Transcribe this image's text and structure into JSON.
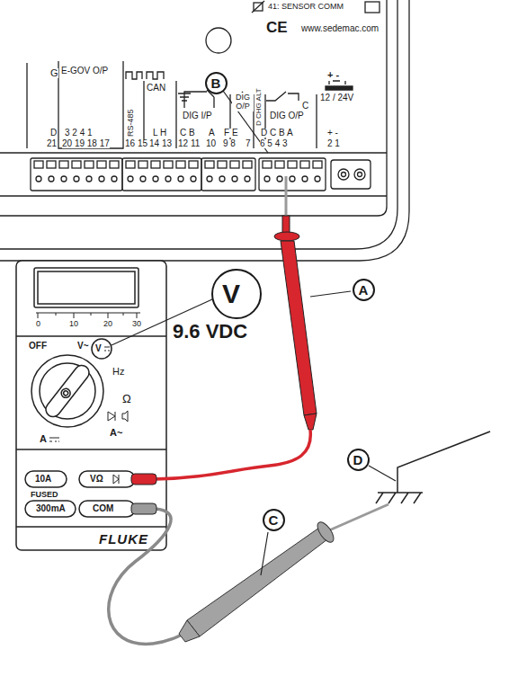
{
  "diagram": {
    "nodes": [
      {
        "text": [
          "B"
        ]
      },
      {
        "text": [
          "A"
        ]
      },
      {
        "text": [
          "V"
        ]
      },
      {
        "text": [
          "D"
        ]
      },
      {
        "text": [
          "C"
        ]
      }
    ],
    "labels": [
      "41: SENSOR COMM",
      "CE",
      "www.sedemac.com",
      "G",
      "E-GOV O/P",
      "RS-485",
      "CAN",
      "DIG I/P",
      "DIG O/P",
      "D CHG ALT",
      "C",
      "DIG O/P",
      "12 / 24V",
      "D",
      "21",
      "3 2 4 1",
      "20 19 18 17",
      "16 15",
      "L H",
      "14 13",
      "C B",
      "12 11",
      "A",
      "10",
      "F E",
      "9 8",
      "7",
      "D C B A",
      "6 5 4 3",
      "+ -",
      "+ -",
      "2 1",
      "0",
      "10",
      "20",
      "30",
      "OFF",
      "V~",
      "V",
      "Hz",
      "Ω",
      "A~",
      "A",
      "10A",
      "FUSED",
      "300mA",
      "VΩ",
      "COM",
      "FLUKE",
      "9.6 VDC"
    ]
  }
}
